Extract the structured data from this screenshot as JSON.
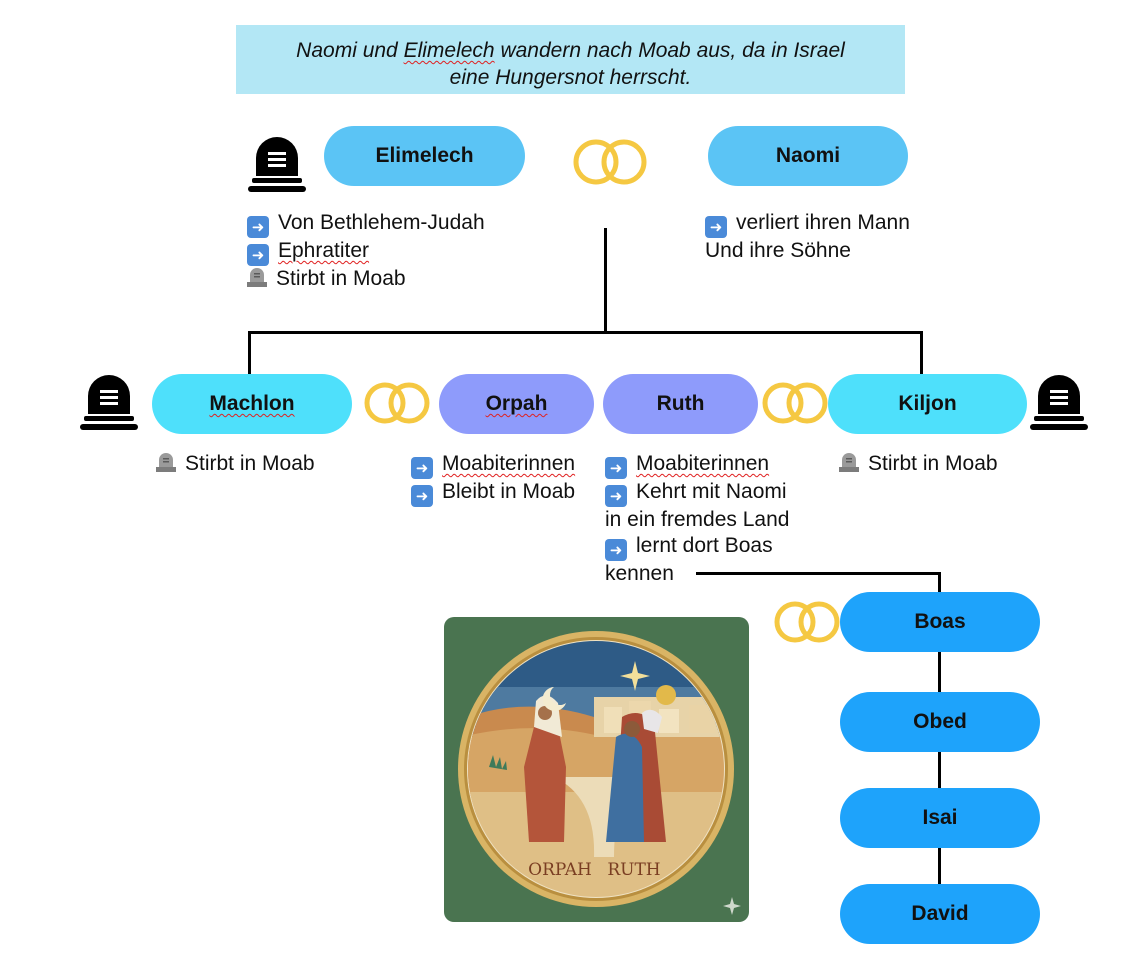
{
  "banner": {
    "part1": "Naomi und ",
    "elimelech": "Elimelech",
    "part2": " wandern nach Moab aus, da in Israel",
    "line2": "eine Hungersnot herrscht."
  },
  "parents": {
    "elimelech": "Elimelech",
    "naomi": "Naomi"
  },
  "elimelech_notes": {
    "origin": "Von Bethlehem-Judah",
    "tribe": "Ephratiter",
    "death": "Stirbt in Moab"
  },
  "naomi_notes": {
    "line1": "verliert ihren Mann",
    "line2": "Und ihre Söhne"
  },
  "children": {
    "machlon": "Machlon",
    "orpah": "Orpah",
    "ruth": "Ruth",
    "kiljon": "Kiljon"
  },
  "machlon_notes": {
    "death": "Stirbt in Moab"
  },
  "orpah_notes": {
    "origin": "Moabiterinnen",
    "stays": "Bleibt in Moab"
  },
  "ruth_notes": {
    "origin": "Moabiterinnen",
    "line2a": "Kehrt mit Naomi",
    "line2b": "in ein fremdes Land",
    "line3a": "lernt dort Boas",
    "line3b": "kennen"
  },
  "kiljon_notes": {
    "death": "Stirbt in Moab"
  },
  "descendants": {
    "boas": "Boas",
    "obed": "Obed",
    "isai": "Isai",
    "david": "David"
  },
  "illustration": {
    "label_orpah": "ORPAH",
    "label_ruth": "RUTH"
  },
  "colors": {
    "banner": "#b3e7f5",
    "parent_pill": "#5bc4f5",
    "son_pill": "#4ee0fb",
    "wife_pill": "#8e9bfb",
    "descendant_pill": "#1ea3fb",
    "ring": "#f5c842"
  },
  "icons": [
    "gravestone-icon",
    "wedding-rings-icon",
    "arrow-right-icon",
    "headstone-emoji-icon",
    "sparkle-icon"
  ]
}
